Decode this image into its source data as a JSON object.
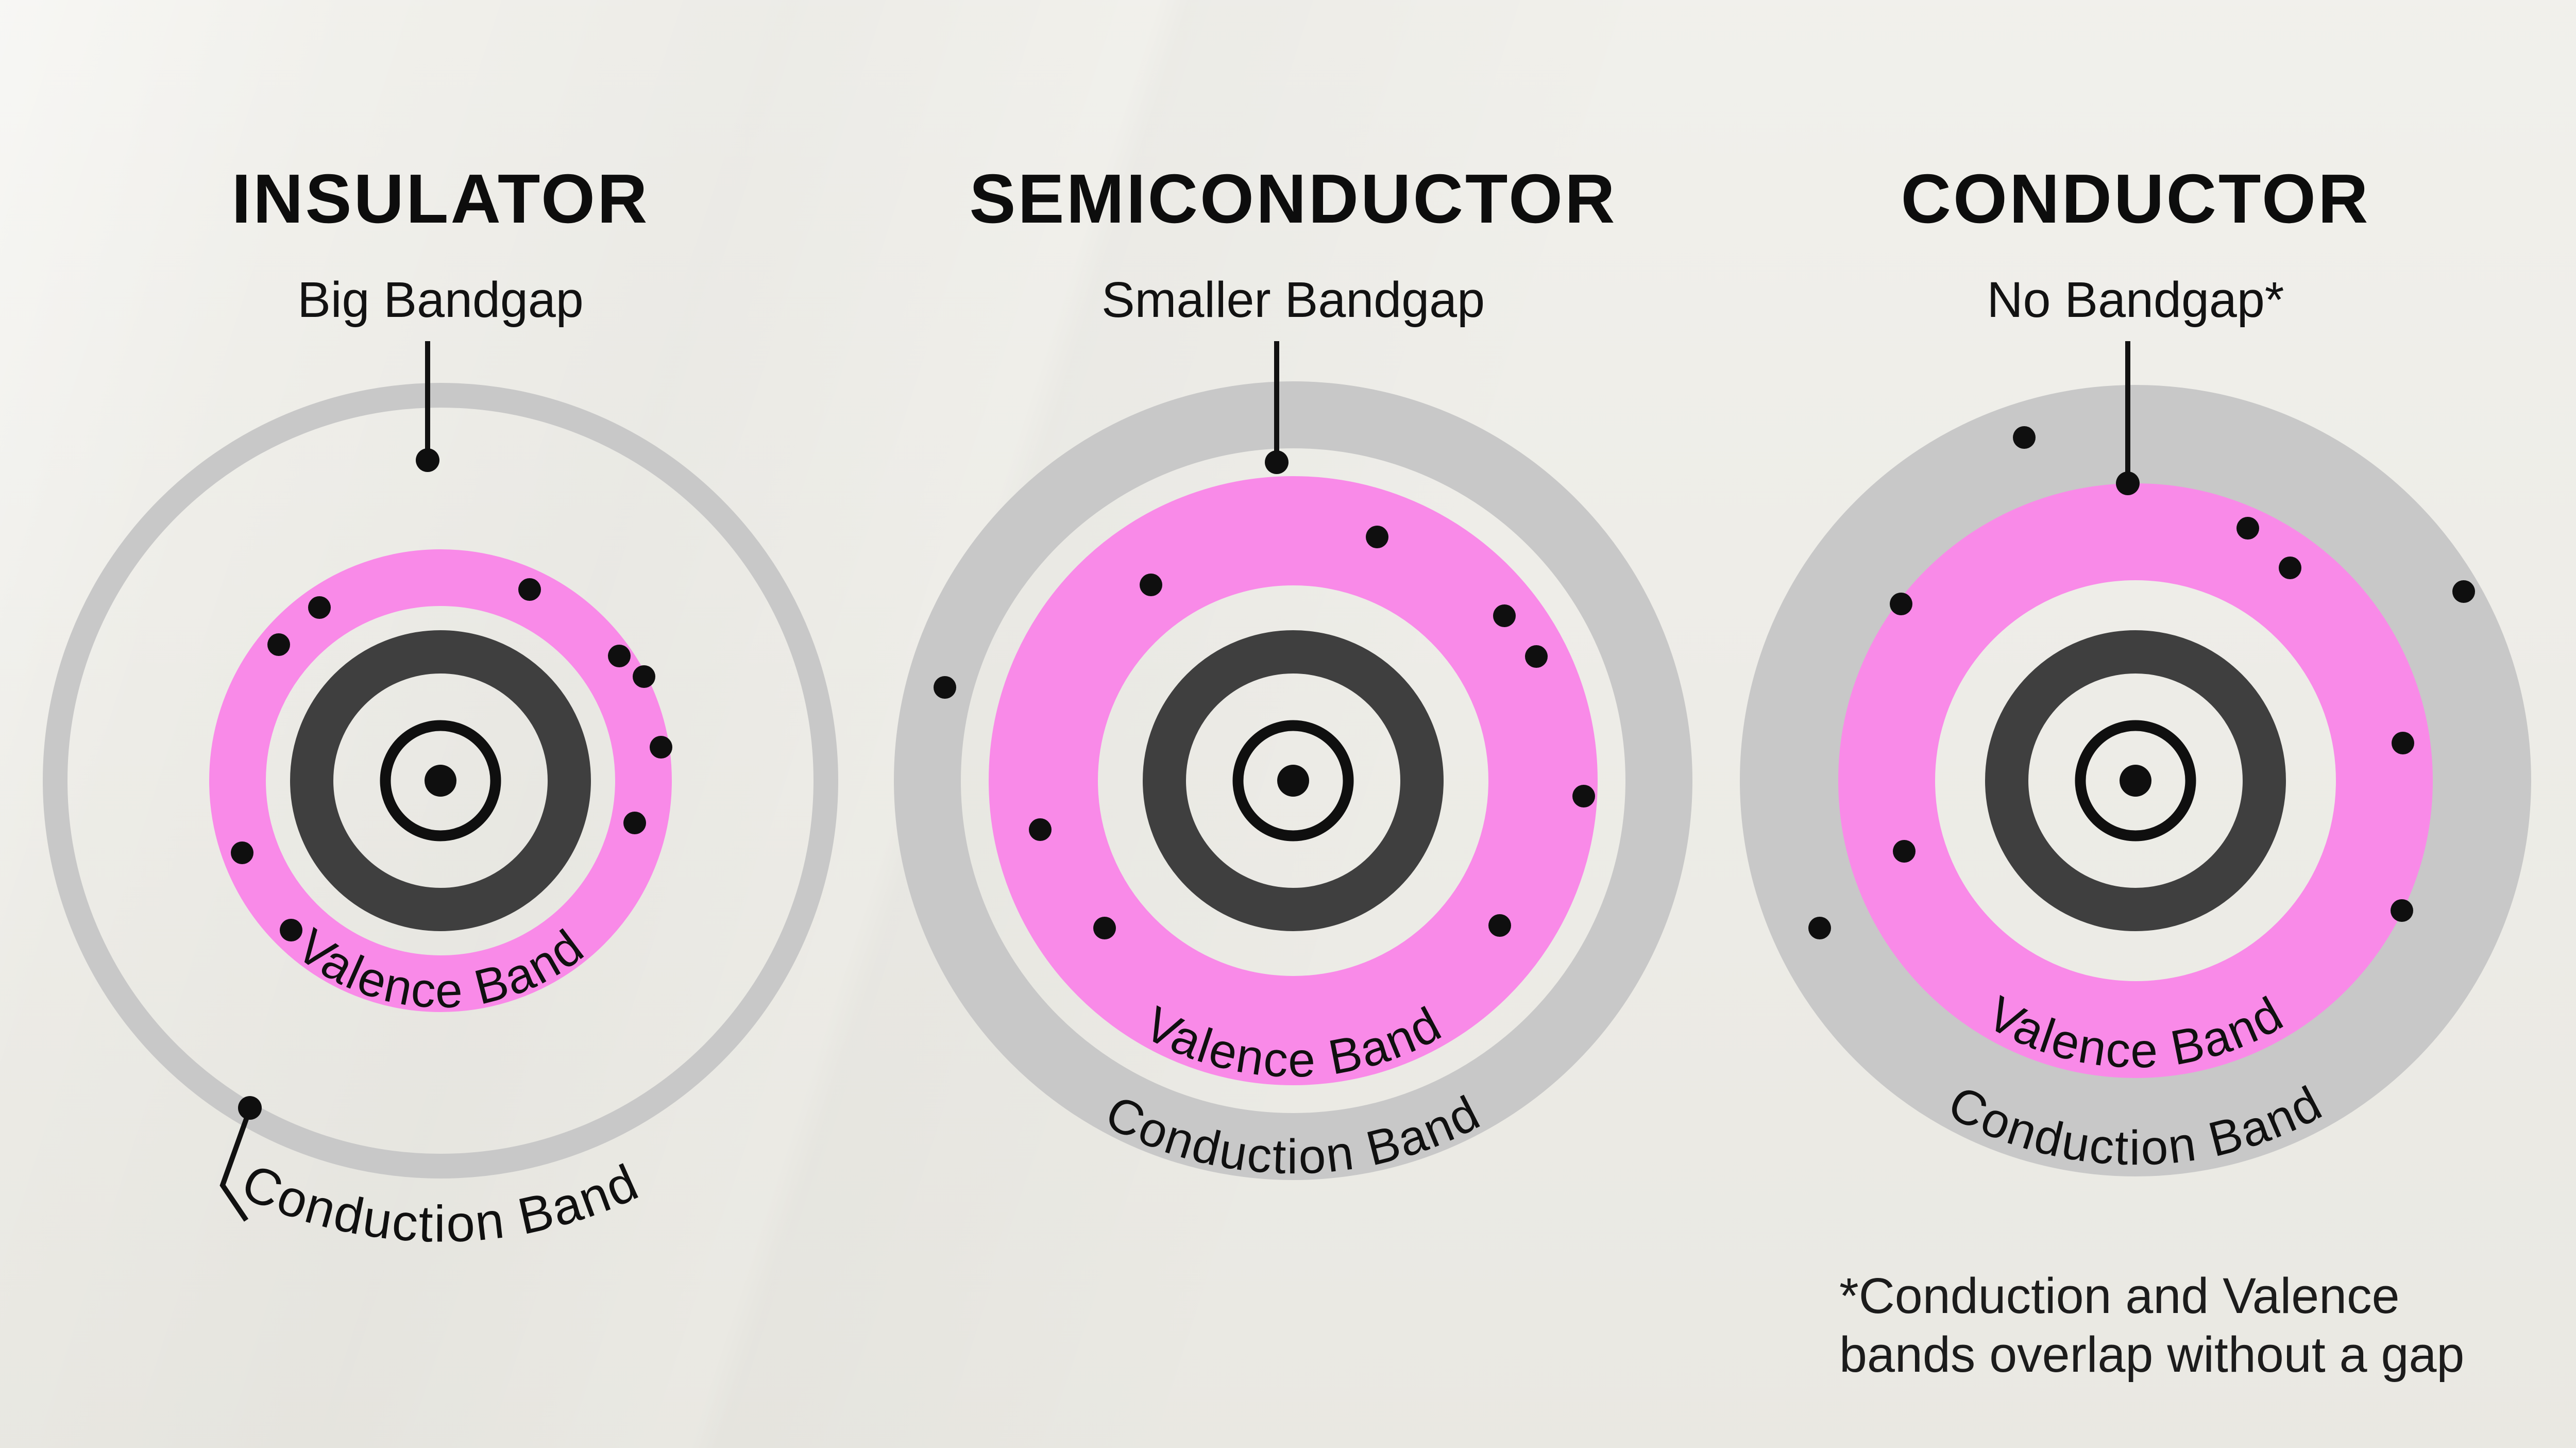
{
  "colors": {
    "background": "#ECEBE5",
    "valence_band_pink": "#F98AE8",
    "conduction_band_gray": "#C8C8C8",
    "inner_shell_dark_gray": "#3F3F3F",
    "ink_black": "#0F0F0F"
  },
  "panels": [
    {
      "title": "INSULATOR",
      "bandgap_label": "Big Bandgap",
      "valence_band_label": "Valence Band",
      "conduction_band_label": "Conduction Band",
      "valence_electron_count": 9,
      "conduction_electron_count": 0
    },
    {
      "title": "SEMICONDUCTOR",
      "bandgap_label": "Smaller Bandgap",
      "valence_band_label": "Valence Band",
      "conduction_band_label": "Conduction Band",
      "valence_electron_count": 8,
      "conduction_electron_count": 1
    },
    {
      "title": "CONDUCTOR",
      "bandgap_label": "No Bandgap*",
      "valence_band_label": "Valence Band",
      "conduction_band_label": "Conduction Band",
      "valence_electron_count": 6,
      "conduction_electron_count": 3
    }
  ],
  "footnote": {
    "line1": "*Conduction and Valence",
    "line2": "bands overlap without a gap"
  }
}
